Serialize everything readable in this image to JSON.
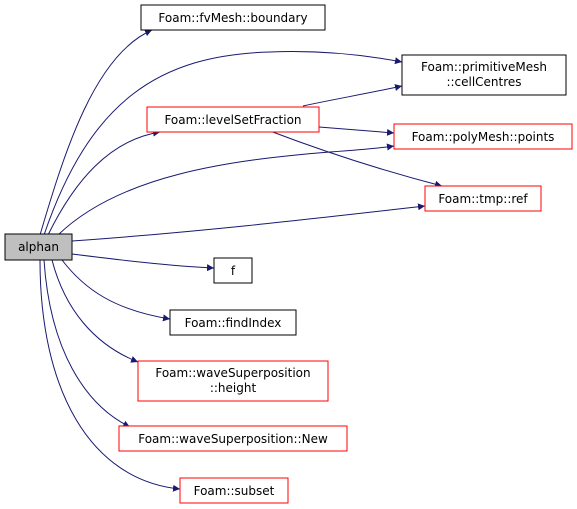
{
  "colors": {
    "edge": "#191970",
    "node_border_default": "#000000",
    "node_border_incomplete": "#ff0000",
    "focus_fill": "#bfbfbf",
    "node_fill": "#ffffff"
  },
  "nodes": {
    "alphan": {
      "lines": [
        "alphan"
      ],
      "style": "focus"
    },
    "boundary": {
      "lines": [
        "Foam::fvMesh::boundary"
      ],
      "style": "normal"
    },
    "cellCentres": {
      "lines": [
        "Foam::primitiveMesh",
        "::cellCentres"
      ],
      "style": "normal"
    },
    "levelSetFraction": {
      "lines": [
        "Foam::levelSetFraction"
      ],
      "style": "incomplete"
    },
    "points": {
      "lines": [
        "Foam::polyMesh::points"
      ],
      "style": "incomplete"
    },
    "ref": {
      "lines": [
        "Foam::tmp::ref"
      ],
      "style": "incomplete"
    },
    "f": {
      "lines": [
        "f"
      ],
      "style": "normal"
    },
    "findIndex": {
      "lines": [
        "Foam::findIndex"
      ],
      "style": "normal"
    },
    "height": {
      "lines": [
        "Foam::waveSuperposition",
        "::height"
      ],
      "style": "incomplete"
    },
    "New": {
      "lines": [
        "Foam::waveSuperposition::New"
      ],
      "style": "incomplete"
    },
    "subset": {
      "lines": [
        "Foam::subset"
      ],
      "style": "incomplete"
    }
  },
  "edges": [
    [
      "alphan",
      "boundary"
    ],
    [
      "alphan",
      "cellCentres"
    ],
    [
      "alphan",
      "levelSetFraction"
    ],
    [
      "alphan",
      "points"
    ],
    [
      "alphan",
      "ref"
    ],
    [
      "alphan",
      "f"
    ],
    [
      "alphan",
      "findIndex"
    ],
    [
      "alphan",
      "height"
    ],
    [
      "alphan",
      "New"
    ],
    [
      "alphan",
      "subset"
    ],
    [
      "levelSetFraction",
      "cellCentres"
    ],
    [
      "levelSetFraction",
      "points"
    ],
    [
      "levelSetFraction",
      "ref"
    ]
  ]
}
